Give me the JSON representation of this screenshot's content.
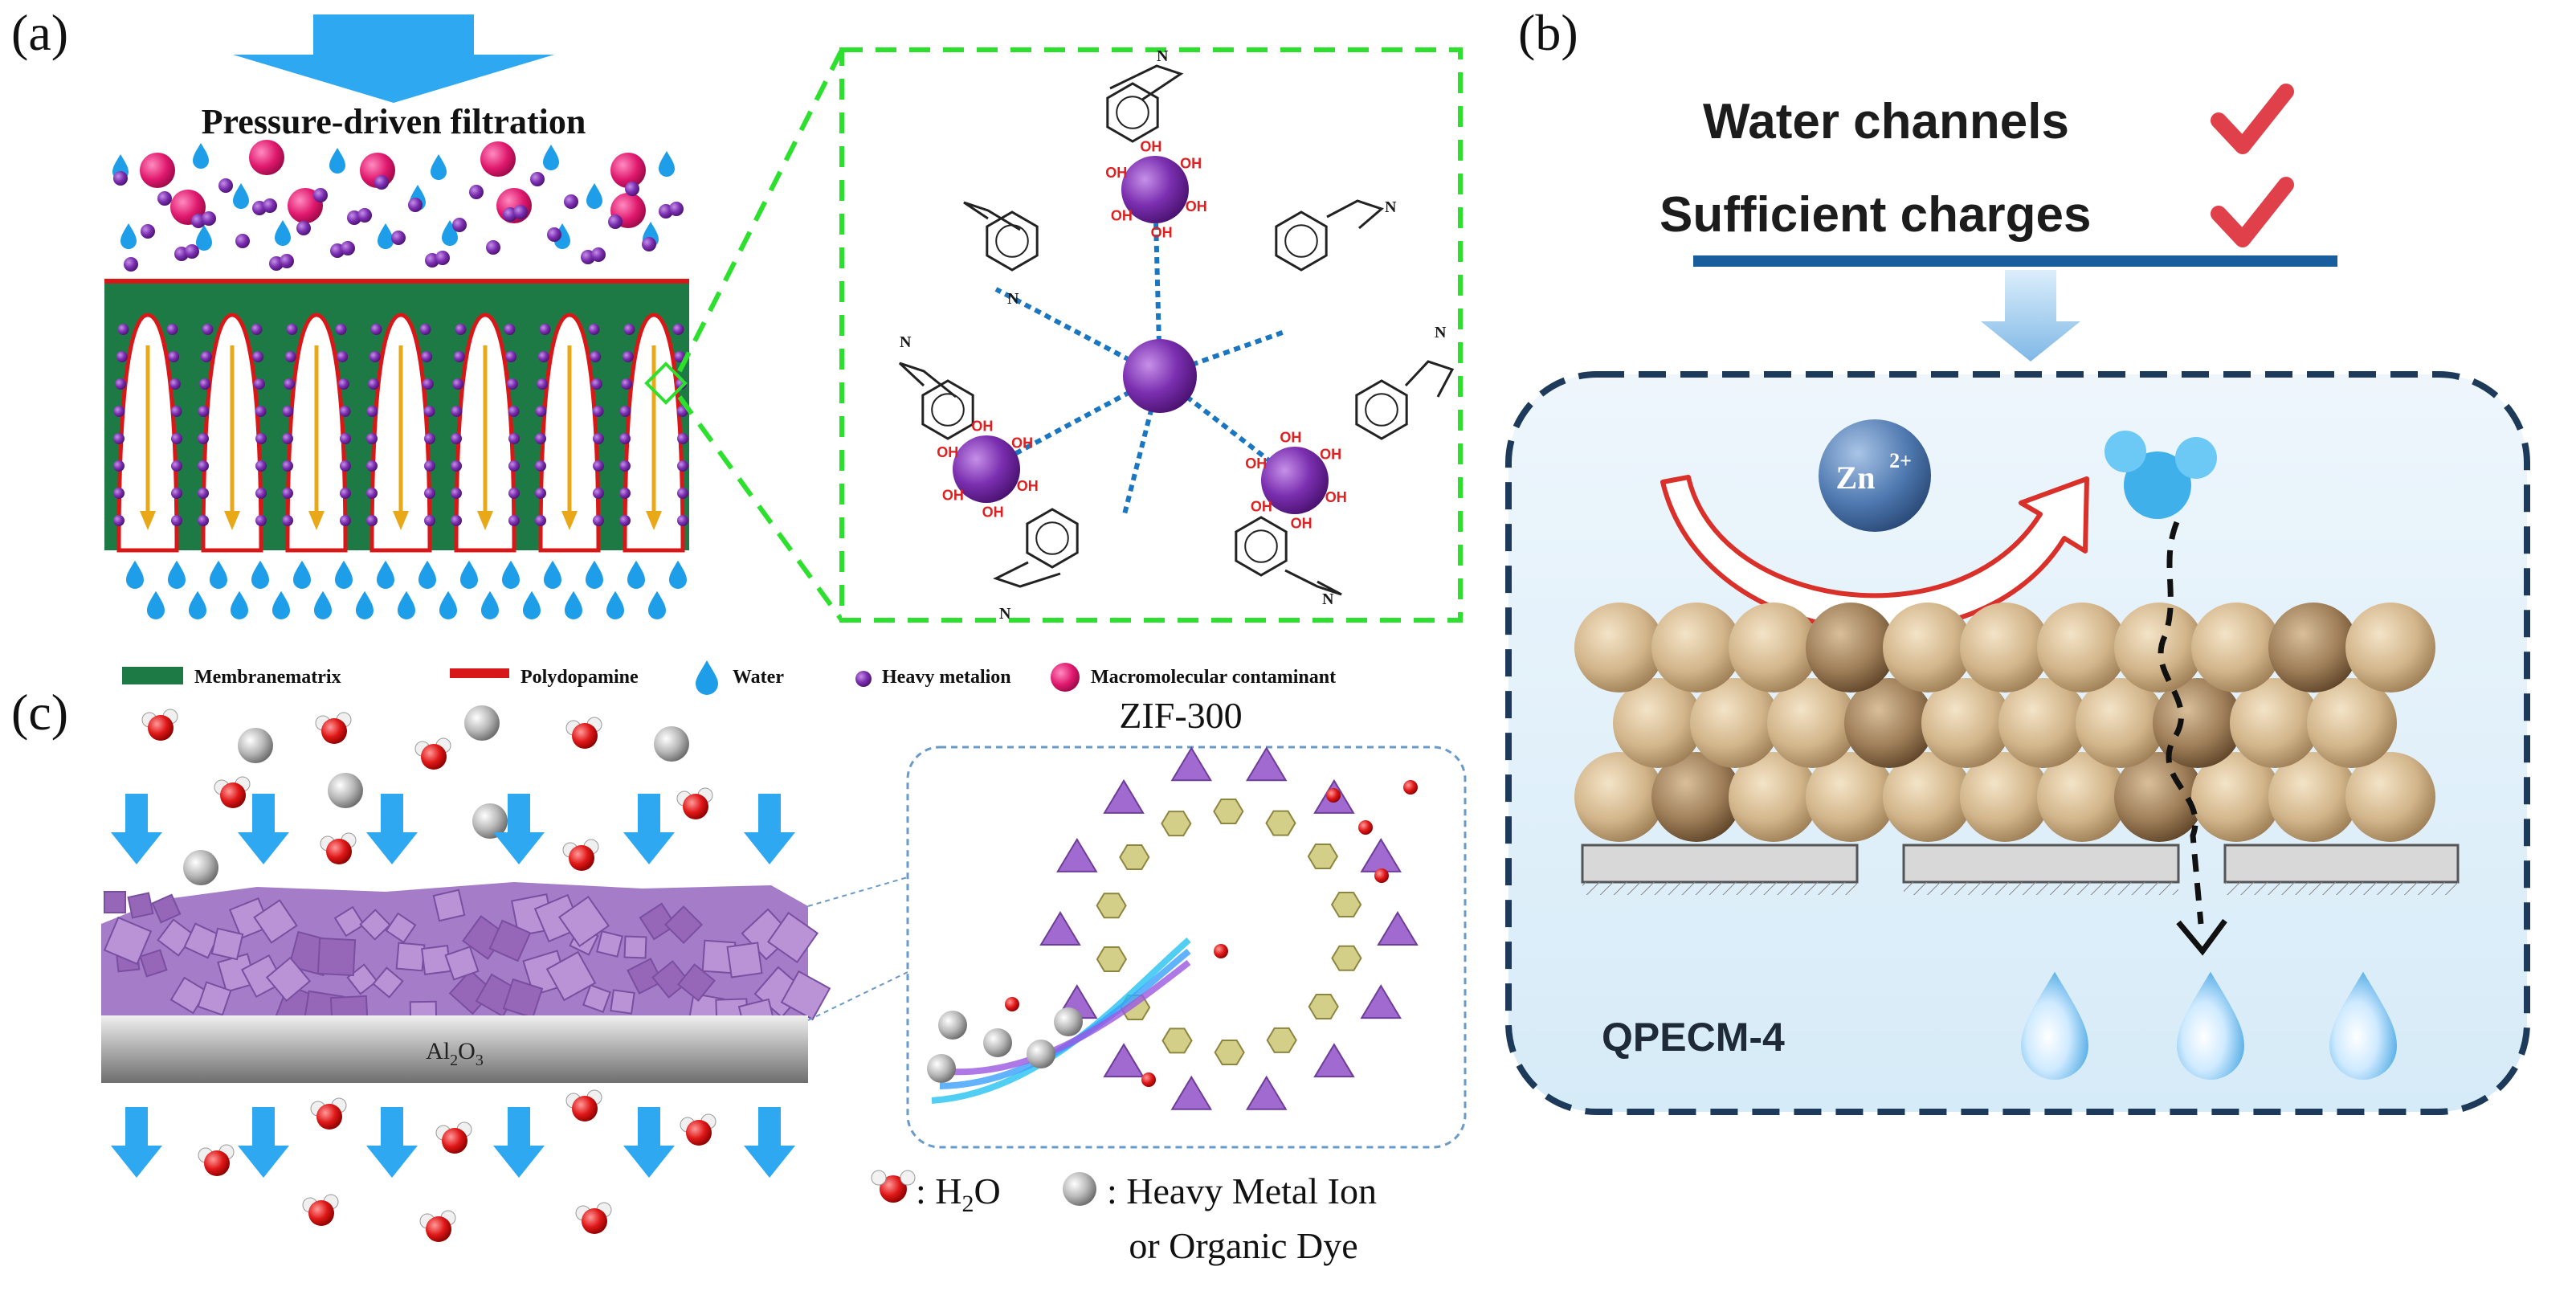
{
  "panel_a": {
    "label": "(a)",
    "heading": "Pressure-driven filtration",
    "oh_label": "OH",
    "n_label": "N",
    "legend": [
      {
        "name": "membrane-matrix",
        "text": "Membranematrix",
        "color": "#1e7a45"
      },
      {
        "name": "polydopamine",
        "text": "Polydopamine",
        "color": "#d81818"
      },
      {
        "name": "water",
        "text": "Water",
        "color": "#1e9ee8"
      },
      {
        "name": "heavy-metal-ion",
        "text": "Heavy metalion",
        "color": "#6b2d8c"
      },
      {
        "name": "macromolecular-contaminant",
        "text": "Macromolecular contaminant",
        "color": "#e0186e"
      }
    ]
  },
  "panel_b": {
    "label": "(b)",
    "check_items": [
      "Water channels",
      "Sufficient charges"
    ],
    "ion_base": "Zn",
    "ion_charge": "2+",
    "membrane_name": "QPECM-4"
  },
  "panel_c": {
    "label": "(c)",
    "inset_title": "ZIF-300",
    "substrate_base": "Al",
    "substrate_sub1": "2",
    "substrate_mid": "O",
    "substrate_sub2": "3",
    "legend_water_base": ": H",
    "legend_water_sub": "2",
    "legend_water_end": "O",
    "legend_ion_line1": ": Heavy Metal Ion",
    "legend_ion_line2": "or Organic Dye"
  },
  "colors": {
    "arrow_blue": "#2ea8f0",
    "green_dash": "#2ee02e",
    "matrix_green": "#1e7a45",
    "pdop_red": "#d81818",
    "metal_purple": "#6b2d8c",
    "contaminant_pink": "#e0186e",
    "water_blue": "#1e9ee8",
    "dash_navy": "#1e3a5a",
    "check_red": "#e0404a",
    "crystal_purple": "#9b6cc0",
    "h2o_red": "#e01818"
  }
}
